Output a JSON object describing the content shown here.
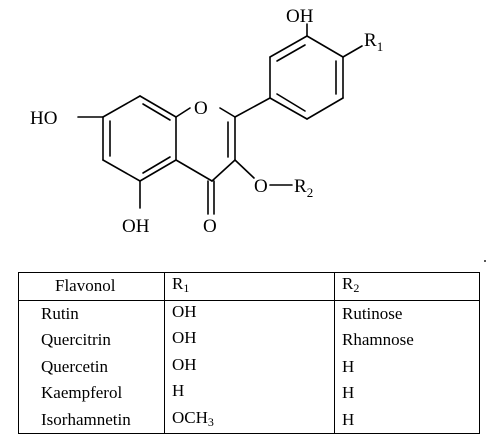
{
  "structure": {
    "labels": {
      "ho_left": "HO",
      "oh_top": "OH",
      "r1": "R",
      "r1_sub": "1",
      "ring_o": "O",
      "ether_o": "O",
      "r2": "R",
      "r2_sub": "2",
      "oh_bottom": "OH",
      "keto_o": "O"
    }
  },
  "table": {
    "headers": [
      {
        "text": "Flavonol",
        "sub": ""
      },
      {
        "text": "R",
        "sub": "1"
      },
      {
        "text": "R",
        "sub": "2"
      }
    ],
    "rows": [
      {
        "flavonol": "Rutin",
        "r1": "OH",
        "r1_sub": "",
        "r2": "Rutinose"
      },
      {
        "flavonol": "Quercitrin",
        "r1": "OH",
        "r1_sub": "",
        "r2": "Rhamnose"
      },
      {
        "flavonol": "Quercetin",
        "r1": "OH",
        "r1_sub": "",
        "r2": "H"
      },
      {
        "flavonol": "Kaempferol",
        "r1": "H",
        "r1_sub": "",
        "r2": "H"
      },
      {
        "flavonol": "Isorhamnetin",
        "r1": "OCH",
        "r1_sub": "3",
        "r2": "H"
      }
    ]
  }
}
